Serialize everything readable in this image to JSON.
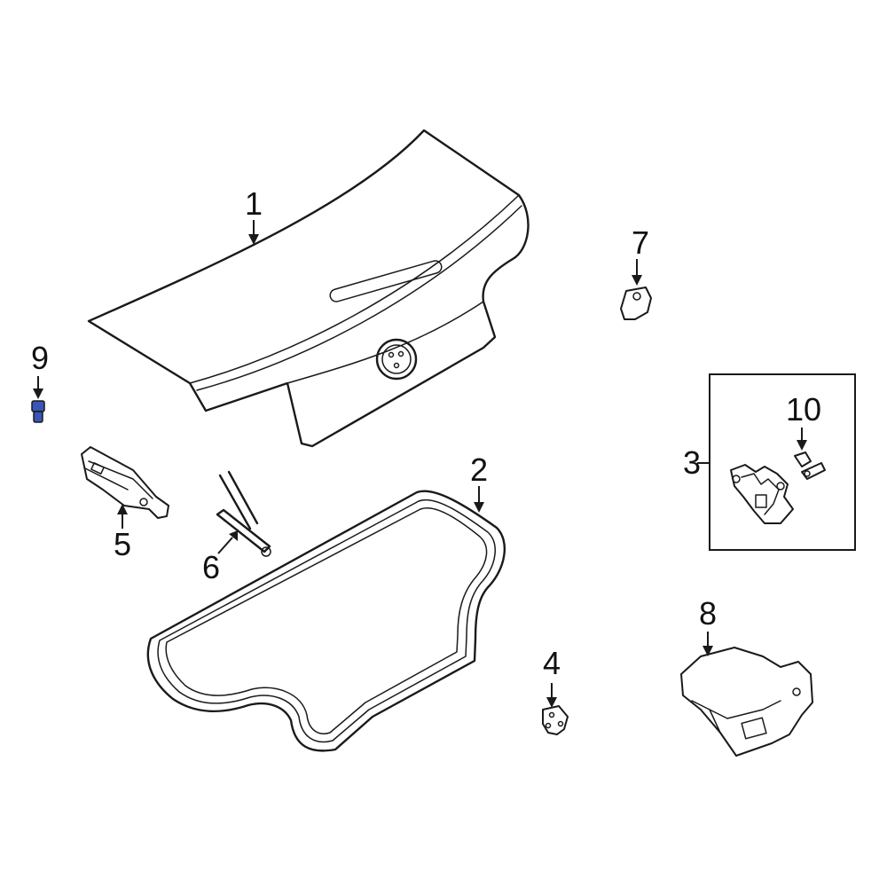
{
  "callouts": {
    "c1": "1",
    "c2": "2",
    "c3": "3",
    "c4": "4",
    "c5": "5",
    "c6": "6",
    "c7": "7",
    "c8": "8",
    "c9": "9",
    "c10": "10"
  },
  "colors": {
    "line": "#1a1a1a",
    "background": "#ffffff",
    "highlight_part_9": "#3a55b5"
  }
}
